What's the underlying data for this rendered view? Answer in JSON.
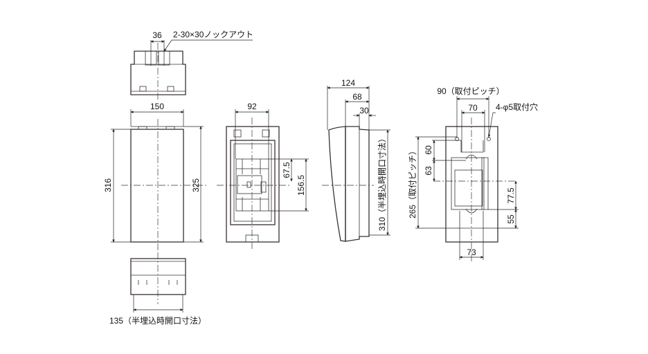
{
  "top_view": {
    "dim_knockout_spacing": "36",
    "knockout_label": "2-30×30ノックアウト"
  },
  "front_view": {
    "dim_width": "150",
    "dim_height_left": "316",
    "dim_height_right": "325"
  },
  "bottom_view": {
    "dim_opening": "135（半埋込時開口寸法）"
  },
  "interior_view": {
    "dim_width": "92",
    "dim_upper": "67.5",
    "dim_total": "156.5"
  },
  "side_view": {
    "dim_depth_total": "124",
    "dim_depth_mid": "68",
    "dim_depth_small": "30",
    "dim_opening": "310（半埋込時開口寸法）"
  },
  "rear_view": {
    "dim_pitch_h": "90（取付ピッチ）",
    "dim_inner": "70",
    "hole_label": "4-φ5取付穴",
    "dim_pitch_v": "265（取付ピッチ）",
    "dim_60": "60",
    "dim_63": "63",
    "dim_77_5": "77.5",
    "dim_55": "55",
    "dim_73": "73"
  }
}
